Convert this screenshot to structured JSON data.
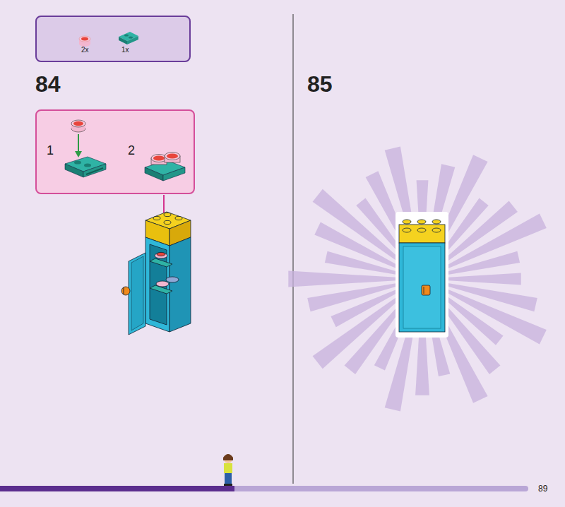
{
  "diagram": {
    "nodes": [
      {
        "text": [
          "2x",
          "1x"
        ]
      },
      {
        "text": [
          "1",
          "2"
        ]
      }
    ],
    "labels": [
      "84",
      "85",
      "89"
    ]
  }
}
